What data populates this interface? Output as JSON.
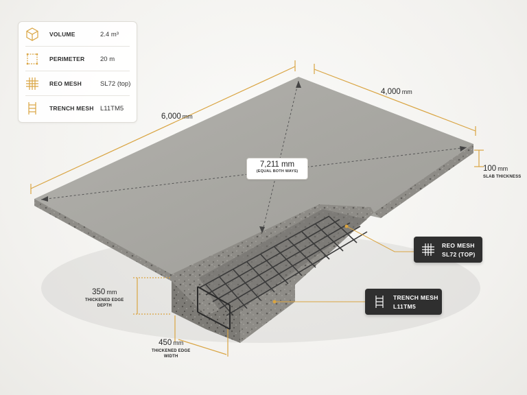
{
  "legend": {
    "items": [
      {
        "label": "VOLUME",
        "value": "2.4 m³",
        "icon": "cube-icon"
      },
      {
        "label": "PERIMETER",
        "value": "20 m",
        "icon": "perimeter-square-icon"
      },
      {
        "label": "REO MESH",
        "value": "SL72 (top)",
        "icon": "mesh-grid-icon"
      },
      {
        "label": "TRENCH MESH",
        "value": "L11TM5",
        "icon": "ladder-mesh-icon"
      }
    ]
  },
  "dimensions": {
    "length": {
      "value": "6,000",
      "unit": "mm"
    },
    "width": {
      "value": "4,000",
      "unit": "mm"
    },
    "diagonal": {
      "value": "7,211 mm",
      "note": "(EQUAL BOTH WAYS)"
    },
    "thickness": {
      "value": "100",
      "unit": "mm",
      "label": "SLAB THICKNESS"
    },
    "edge_depth": {
      "value": "350",
      "unit": "mm",
      "label_line1": "THICKENED EDGE",
      "label_line2": "DEPTH"
    },
    "edge_width": {
      "value": "450",
      "unit": "mm",
      "label_line1": "THICKENED EDGE",
      "label_line2": "WIDTH"
    }
  },
  "callouts": {
    "reo_mesh": {
      "title": "REO MESH",
      "value": "SL72 (TOP)"
    },
    "trench_mesh": {
      "title": "TRENCH MESH",
      "value": "L11TM5"
    }
  },
  "colors": {
    "accent": "#d9a441",
    "concrete_top": "#a7a6a1",
    "concrete_side": "#8d8b86",
    "callout_bg": "#2f2f2f"
  }
}
